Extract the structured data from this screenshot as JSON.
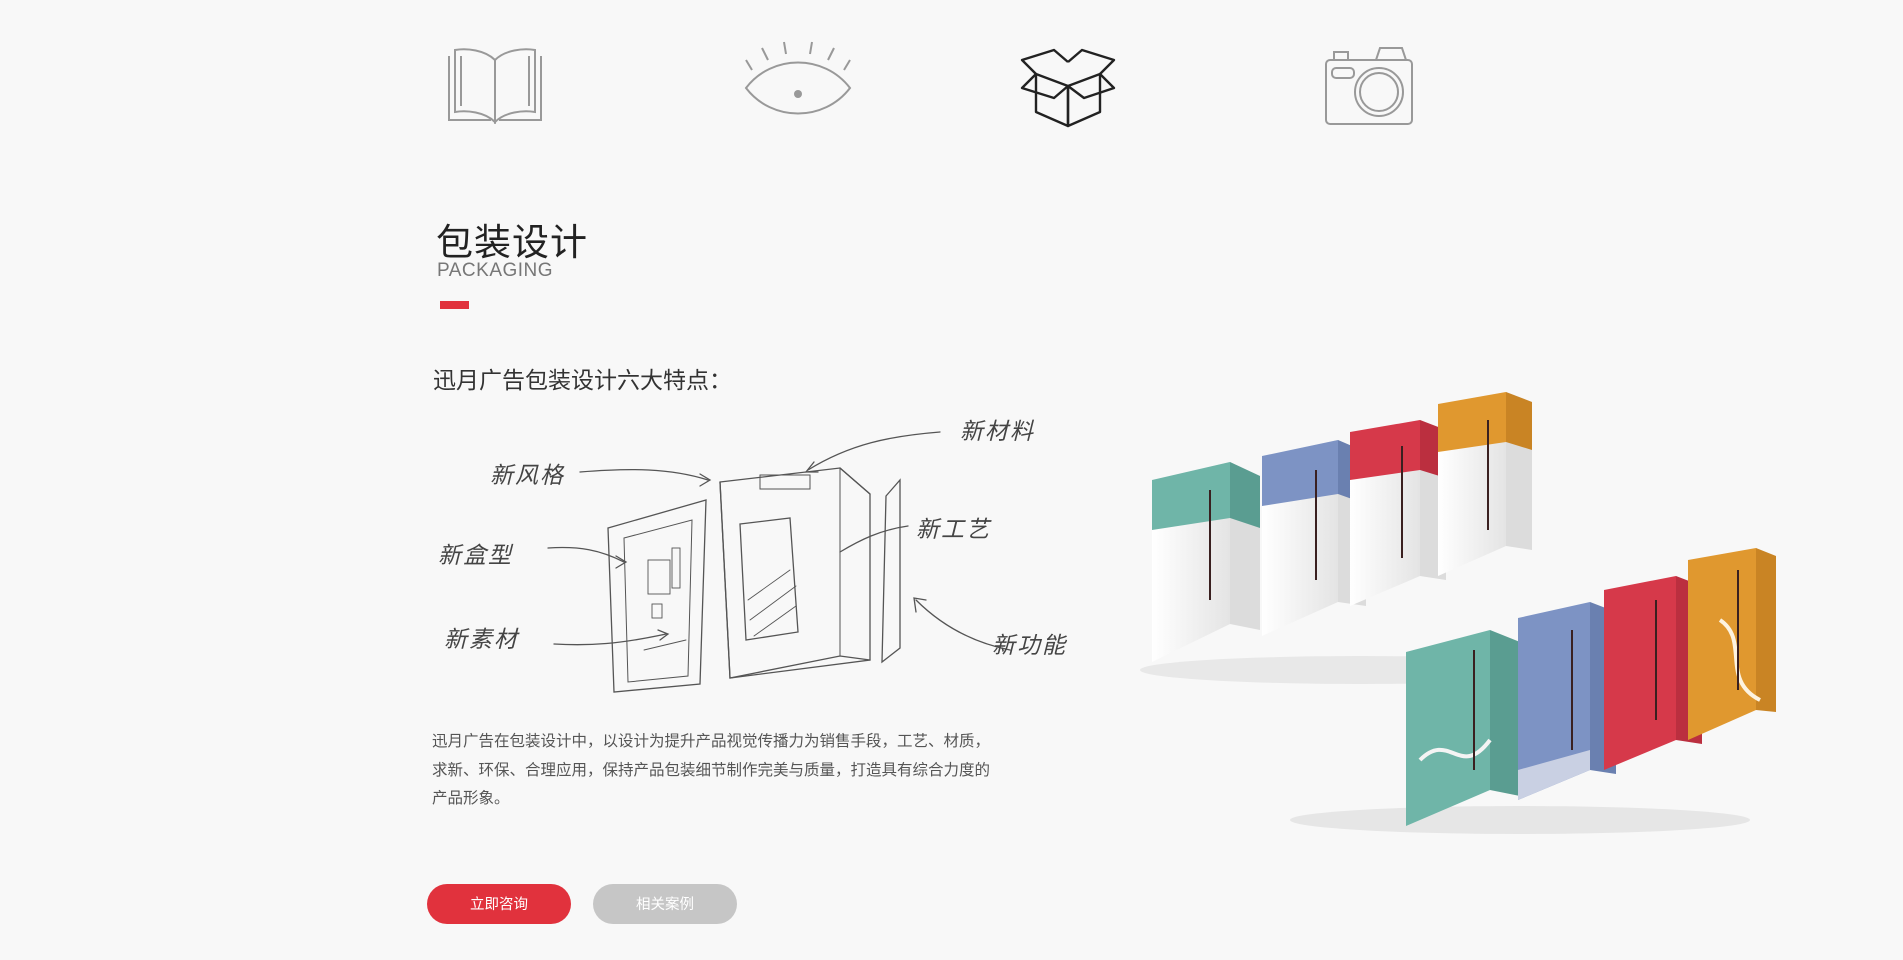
{
  "categories": [
    {
      "icon": "book-icon"
    },
    {
      "icon": "eye-icon"
    },
    {
      "icon": "box-icon",
      "active": true
    },
    {
      "icon": "camera-icon"
    }
  ],
  "section": {
    "title": "包装设计",
    "subtitle": "PACKAGING",
    "features_heading": "迅月广告包装设计六大特点：",
    "description": "迅月广告在包装设计中，以设计为提升产品视觉传播力为销售手段，工艺、材质，求新、环保、合理应用，保持产品包装细节制作完美与质量，打造具有综合力度的产品形象。"
  },
  "sketch_labels": {
    "material": "新材料",
    "style": "新风格",
    "craft": "新工艺",
    "box_type": "新盒型",
    "substrate": "新素材",
    "function": "新功能"
  },
  "buttons": {
    "consult": "立即咨询",
    "cases": "相关案例"
  },
  "colors": {
    "accent": "#e1323d",
    "secondary_button": "#c6c6c6",
    "teal": "#6fb5a8",
    "blue": "#7d93c4",
    "red": "#d6394a",
    "orange": "#e0982f"
  }
}
